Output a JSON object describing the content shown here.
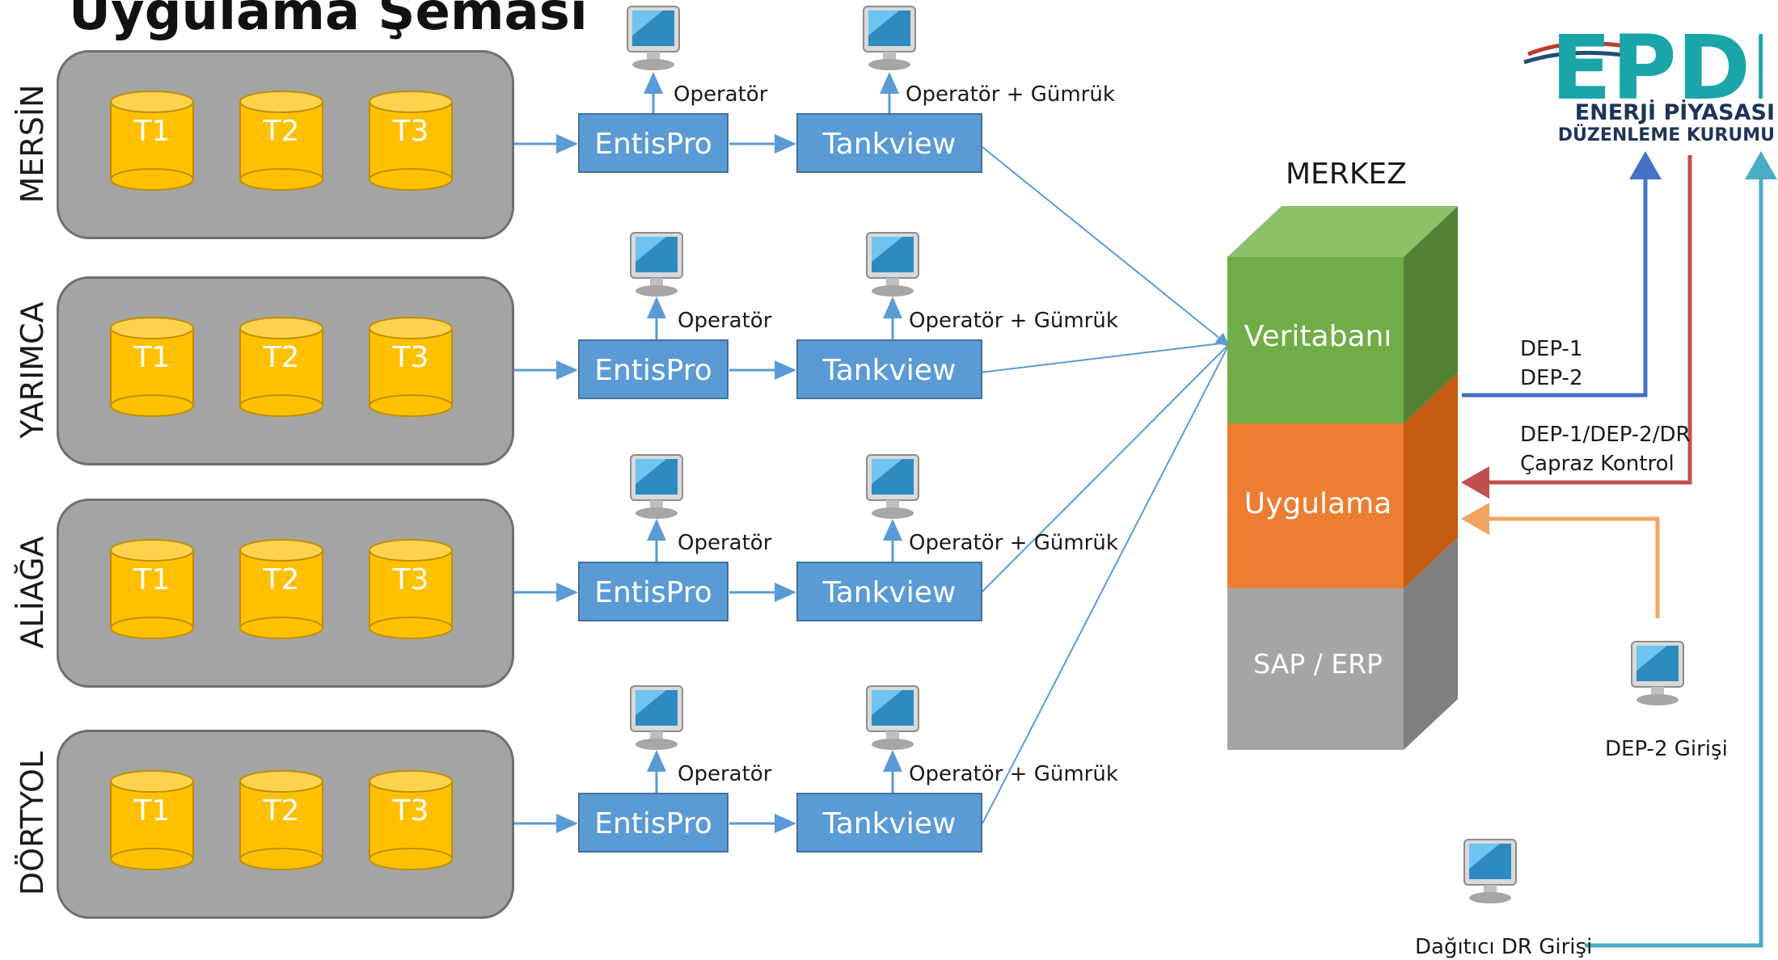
{
  "title": "Uygulama Şeması",
  "rows": [
    {
      "label": "MERSİN",
      "tanks": [
        "T1",
        "T2",
        "T3"
      ],
      "entis": "EntisPro",
      "tankview": "Tankview",
      "op1": "Operatör",
      "op2": "Operatör + Gümrük"
    },
    {
      "label": "YARIMCA",
      "tanks": [
        "T1",
        "T2",
        "T3"
      ],
      "entis": "EntisPro",
      "tankview": "Tankview",
      "op1": "Operatör",
      "op2": "Operatör + Gümrük"
    },
    {
      "label": "ALİAĞA",
      "tanks": [
        "T1",
        "T2",
        "T3"
      ],
      "entis": "EntisPro",
      "tankview": "Tankview",
      "op1": "Operatör",
      "op2": "Operatör + Gümrük"
    },
    {
      "label": "DÖRTYOL",
      "tanks": [
        "T1",
        "T2",
        "T3"
      ],
      "entis": "EntisPro",
      "tankview": "Tankview",
      "op1": "Operatör",
      "op2": "Operatör + Gümrük"
    }
  ],
  "merkez": {
    "title": "MERKEZ",
    "layers": [
      "Veritabanı",
      "Uygulama",
      "SAP / ERP"
    ]
  },
  "flows": {
    "dep1": "DEP-1",
    "dep2": "DEP-2",
    "cross_1": "DEP-1/DEP-2/DR",
    "cross_2": "Çapraz Kontrol",
    "dep2_entry": "DEP-2 Girişi",
    "dr_entry": "Dağıtıcı DR Girişi"
  },
  "logo": {
    "letters": "EPDK",
    "line1": "ENERJİ PİYASASI",
    "line2": "DÜZENLEME KURUMU"
  },
  "colors": {
    "panel": "#a4a4a4",
    "tank": "#ffc000",
    "box": "#5b9bd5",
    "db": "#70ad47",
    "app": "#ed7d31",
    "sap": "#a5a5a5",
    "logo_teal": "#1aa5a8",
    "arrow_blue": "#4472c4",
    "arrow_red": "#c0504d",
    "arrow_orange": "#f4a460",
    "arrow_teal": "#4bacc6"
  }
}
